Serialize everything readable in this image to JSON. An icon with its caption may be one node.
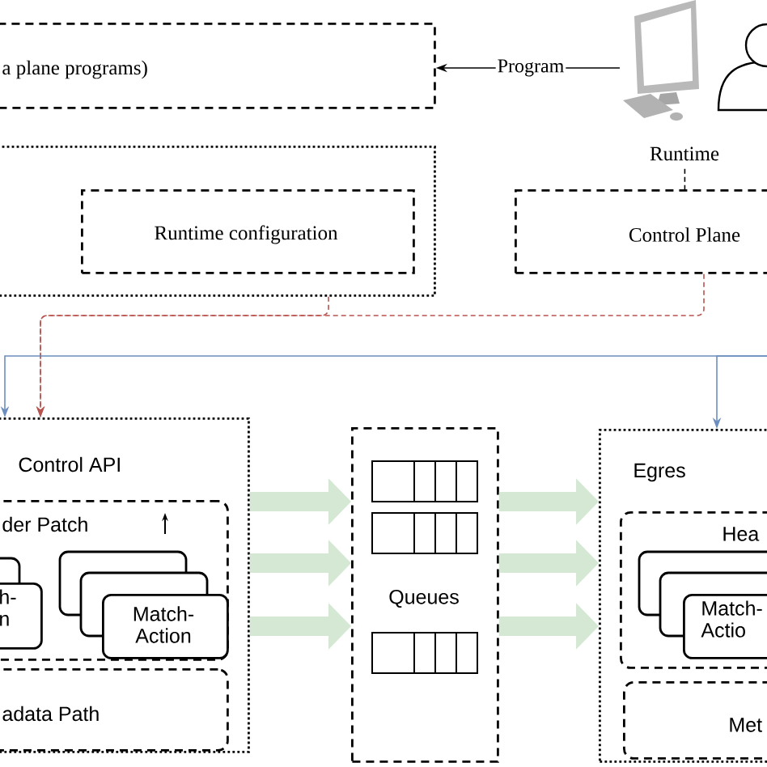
{
  "diagram": {
    "nodes": [
      {
        "text": [
          "a plane programs)"
        ]
      },
      {
        "text": [],
        "shape": "picture"
      },
      {
        "text": [
          "Runtime"
        ]
      },
      {
        "text": [],
        "shape": "box"
      },
      {
        "text": [
          "Runtime configuration"
        ],
        "in": 3
      },
      {
        "text": [
          "Control Plane"
        ]
      },
      {
        "text": [
          "Control API"
        ]
      },
      {
        "text": [
          "der Patch"
        ],
        "in": 6
      },
      {
        "text": [
          "h- n"
        ],
        "in": 7
      },
      {
        "text": [
          "Match- Action"
        ],
        "in": 7
      },
      {
        "text": [
          "adata Path"
        ],
        "in": 6
      },
      {
        "text": [
          "Queues"
        ]
      },
      {
        "text": [
          "Egres"
        ]
      },
      {
        "text": [
          "Hea"
        ],
        "in": 12
      },
      {
        "text": [
          "Match- Actio"
        ],
        "in": 13
      },
      {
        "text": [
          "Met"
        ],
        "in": 12
      }
    ],
    "edges": [
      {
        "from": 1,
        "to": 0,
        "arrow": "to",
        "label": "Program",
        "color": "#000000"
      },
      {
        "from": 2,
        "to": 5,
        "arrow": "none",
        "style": "dashed",
        "color": "#000000"
      },
      {
        "from": 3,
        "to": 6,
        "arrow": "to",
        "style": "dashed",
        "color": "#b85450"
      },
      {
        "from": 5,
        "to": 6,
        "arrow": "to",
        "style": "dashed",
        "color": "#b85450"
      },
      {
        "from": null,
        "to": 6,
        "arrow": "to",
        "color": "#6c8ebf"
      },
      {
        "from": null,
        "to": 12,
        "arrow": "to",
        "color": "#6c8ebf"
      },
      {
        "from": 6,
        "to": 11,
        "arrow": "to",
        "style": "thick",
        "color": "#d5e8d4"
      },
      {
        "from": 6,
        "to": 11,
        "arrow": "to",
        "style": "thick",
        "color": "#d5e8d4"
      },
      {
        "from": 6,
        "to": 11,
        "arrow": "to",
        "style": "thick",
        "color": "#d5e8d4"
      },
      {
        "from": 11,
        "to": 12,
        "arrow": "to",
        "style": "thick",
        "color": "#d5e8d4"
      },
      {
        "from": 11,
        "to": 12,
        "arrow": "to",
        "style": "thick",
        "color": "#d5e8d4"
      },
      {
        "from": 11,
        "to": 12,
        "arrow": "to",
        "style": "thick",
        "color": "#d5e8d4"
      }
    ]
  }
}
